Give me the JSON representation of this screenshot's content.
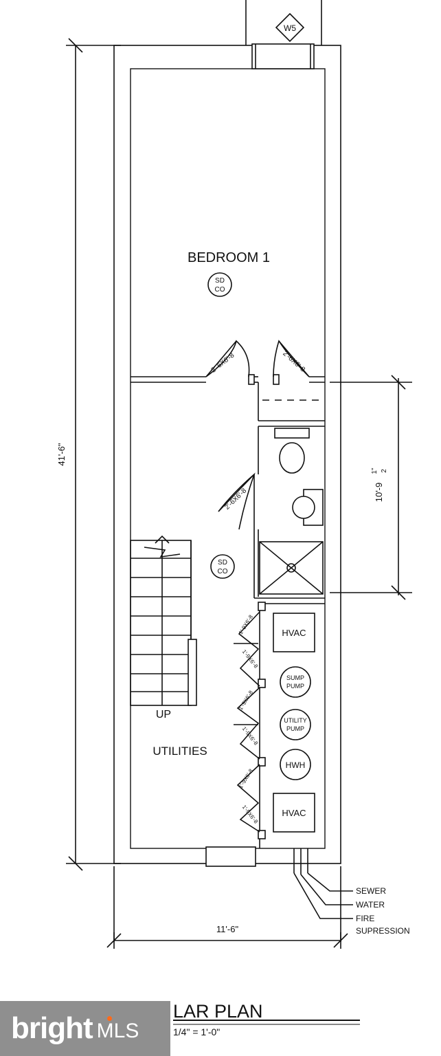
{
  "window_tag": "W5",
  "dimensions": {
    "overall_depth": "41'-6\"",
    "overall_width": "11'-6\"",
    "bath_depth_main": "10'-9",
    "bath_depth_fraction": "1\"",
    "bath_depth_denominator": "2"
  },
  "rooms": {
    "bedroom": "BEDROOM 1",
    "utilities": "UTILITIES",
    "stair_direction": "UP"
  },
  "smoke_detectors": [
    {
      "line1": "SD",
      "line2": "CO"
    },
    {
      "line1": "SD",
      "line2": "CO"
    }
  ],
  "doors": {
    "large": "2'-6X6'-8",
    "small": "1'-9X6'-8"
  },
  "equipment": {
    "hvac_top": "HVAC",
    "sump_line1": "SUMP",
    "sump_line2": "PUMP",
    "utility_line1": "UTILITY",
    "utility_line2": "PUMP",
    "hwh": "HWH",
    "hvac_bottom": "HVAC"
  },
  "service_lines": {
    "sewer": "SEWER",
    "water": "WATER",
    "fire_line1": "FIRE",
    "fire_line2": "SUPRESSION"
  },
  "title": {
    "plan_title": "LAR PLAN",
    "scale": "1/4\" = 1'-0\""
  },
  "watermark": {
    "brand": "bright",
    "mls": "MLS"
  }
}
